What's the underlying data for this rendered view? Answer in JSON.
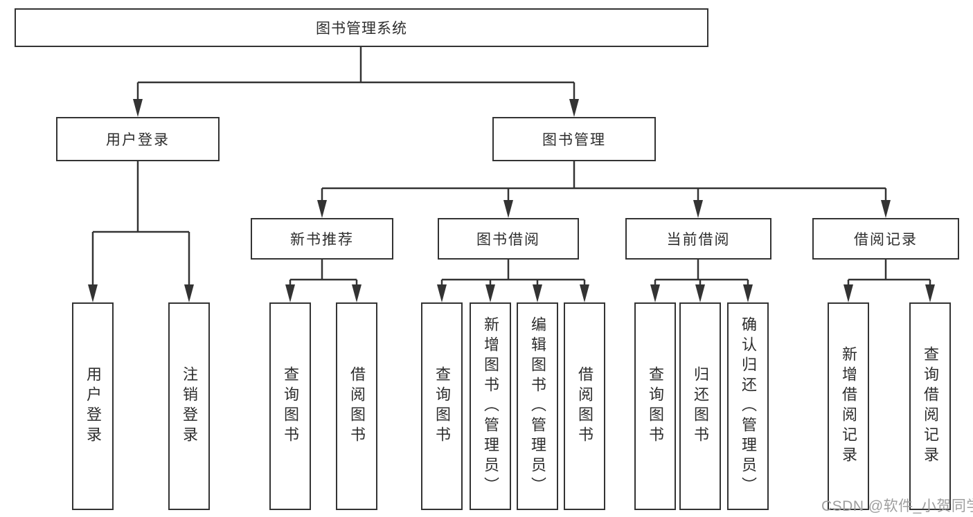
{
  "tree": {
    "label": "图书管理系统",
    "children": [
      {
        "label": "用户登录",
        "children": [
          {
            "label": "用户登录"
          },
          {
            "label": "注销登录"
          }
        ]
      },
      {
        "label": "图书管理",
        "children": [
          {
            "label": "新书推荐",
            "children": [
              {
                "label": "查询图书"
              },
              {
                "label": "借阅图书"
              }
            ]
          },
          {
            "label": "图书借阅",
            "children": [
              {
                "label": "查询图书"
              },
              {
                "label": "新增图书（管理员）"
              },
              {
                "label": "编辑图书（管理员）"
              },
              {
                "label": "借阅图书"
              }
            ]
          },
          {
            "label": "当前借阅",
            "children": [
              {
                "label": "查询图书"
              },
              {
                "label": "归还图书"
              },
              {
                "label": "确认归还（管理员）"
              }
            ]
          },
          {
            "label": "借阅记录",
            "children": [
              {
                "label": "新增借阅记录"
              },
              {
                "label": "查询借阅记录"
              }
            ]
          }
        ]
      }
    ]
  },
  "watermark": {
    "text": "CSDN @软件_小贺同学"
  },
  "colors": {
    "background": "#ffffff",
    "line": "#333333",
    "box_border": "#333333",
    "box_fill": "#ffffff",
    "text": "#2d2d2d",
    "watermark": "#9e9e9e"
  }
}
